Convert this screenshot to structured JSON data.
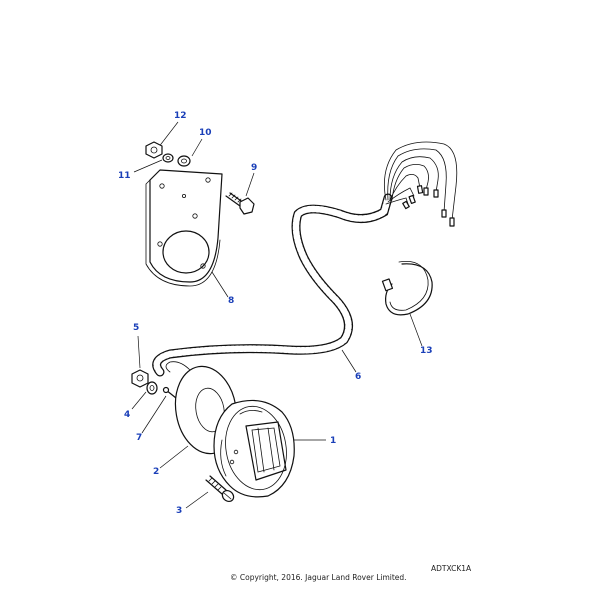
{
  "callouts": {
    "c1": "1",
    "c2": "2",
    "c3": "3",
    "c4": "4",
    "c5": "5",
    "c6": "6",
    "c7": "7",
    "c8": "8",
    "c9": "9",
    "c10": "10",
    "c11": "11",
    "c12": "12",
    "c13": "13"
  },
  "footer": {
    "copyright": "© Copyright, 2016. Jaguar Land Rover Limited.",
    "code": "ADTXCK1A"
  },
  "colors": {
    "callout": "#1a3fb8",
    "ink": "#111111"
  }
}
